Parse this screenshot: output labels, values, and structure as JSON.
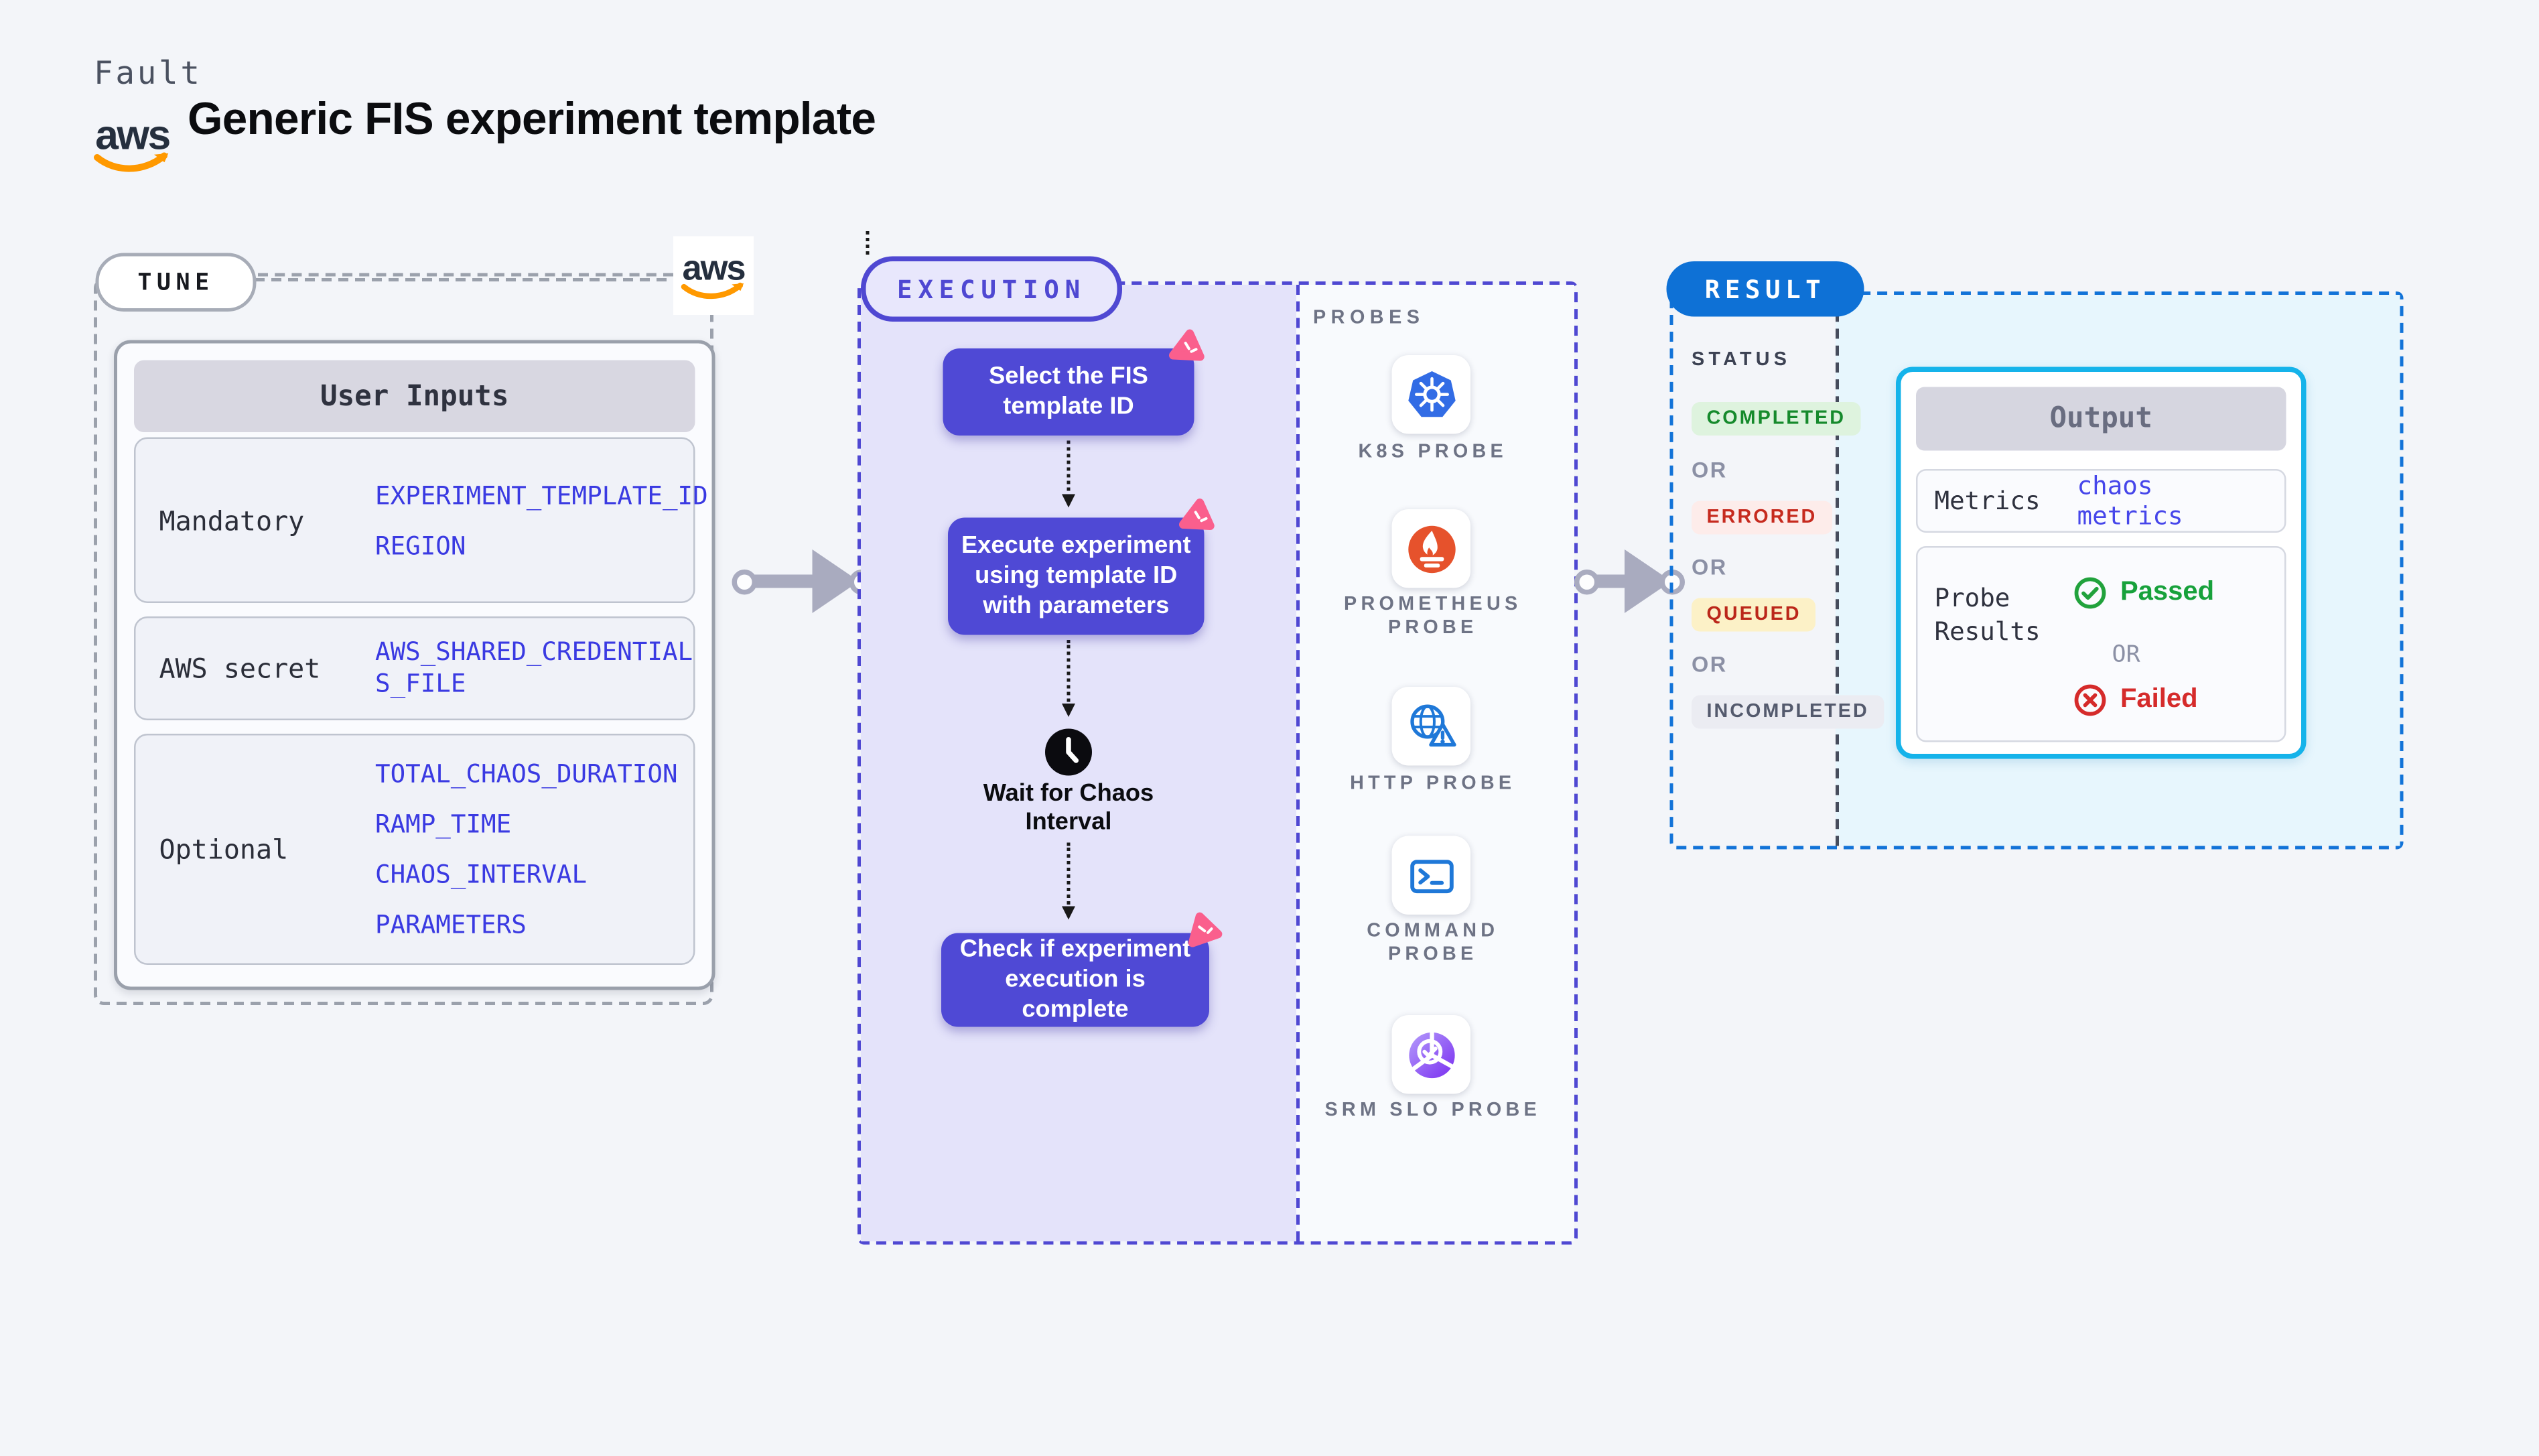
{
  "header": {
    "brand": "Fault",
    "title": "Generic FIS experiment template",
    "aws_logo_text": "aws"
  },
  "tune": {
    "label": "TUNE",
    "table": {
      "header": "User Inputs",
      "rows": [
        {
          "label": "Mandatory",
          "values": [
            "EXPERIMENT_TEMPLATE_ID",
            "REGION"
          ]
        },
        {
          "label": "AWS secret",
          "values": [
            "AWS_SHARED_CREDENTIALS_FILE"
          ]
        },
        {
          "label": "Optional",
          "values": [
            "TOTAL_CHAOS_DURATION",
            "RAMP_TIME",
            "CHAOS_INTERVAL",
            "PARAMETERS"
          ]
        }
      ]
    }
  },
  "execution": {
    "label": "EXECUTION",
    "steps": [
      "Select the FIS template ID",
      "Execute experiment using template ID with parameters"
    ],
    "wait_step": "Wait for Chaos Interval",
    "final_step": "Check if experiment execution is complete"
  },
  "probes": {
    "label": "PROBES",
    "items": [
      {
        "label": "K8S PROBE",
        "icon": "kubernetes-icon"
      },
      {
        "label": "PROMETHEUS PROBE",
        "icon": "prometheus-icon"
      },
      {
        "label": "HTTP PROBE",
        "icon": "globe-warning-icon"
      },
      {
        "label": "COMMAND PROBE",
        "icon": "terminal-icon"
      },
      {
        "label": "SRM SLO PROBE",
        "icon": "slo-pie-check-icon"
      }
    ]
  },
  "result": {
    "label": "RESULT",
    "status": {
      "label": "STATUS",
      "separator": "OR",
      "options": [
        "COMPLETED",
        "ERRORED",
        "QUEUED",
        "INCOMPLETED"
      ]
    },
    "output": {
      "header": "Output",
      "metrics_label": "Metrics",
      "metrics_value": "chaos metrics",
      "probe_results_label": "Probe Results",
      "passed": "Passed",
      "separator": "OR",
      "failed": "Failed"
    }
  },
  "colors": {
    "page_bg": "#f3f5f9",
    "indigo_accent": "#4f48d2",
    "flow_box_purple": "#4f49d5",
    "chaos_pink": "#fa5f8d",
    "execution_bg": "#e4e3fa",
    "result_blue": "#0e71d6",
    "output_border_cyan": "#15b3ea",
    "result_bg_cyan": "#e7f6fd",
    "param_blue": "#3a3ae2",
    "aws_orange": "#ff9900",
    "aws_navy": "#252f3e",
    "completed_green": "#168a2c",
    "errored_red": "#c62a1e",
    "queued_amber_bg": "#fcf1c7",
    "passed_green": "#17a13b",
    "failed_red": "#d52b2b"
  }
}
